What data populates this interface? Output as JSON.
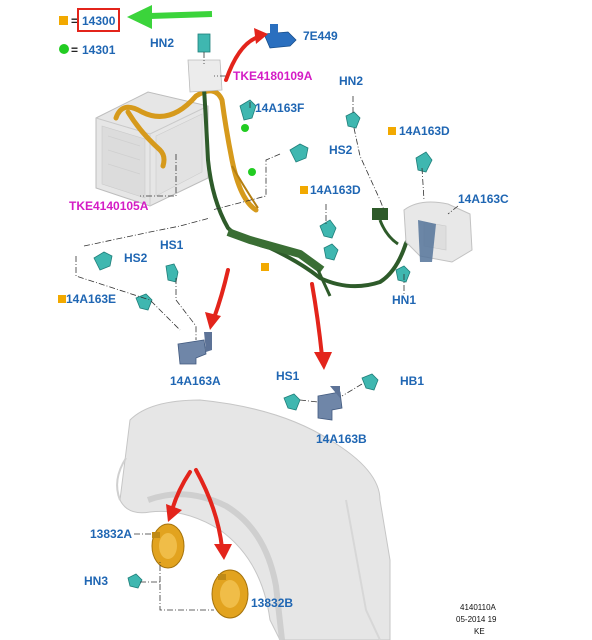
{
  "legend": {
    "square_color": "#f2a900",
    "square_part": "14300",
    "circle_color": "#22cc22",
    "circle_part": "14301",
    "equals": "="
  },
  "labels": {
    "hn2_top": "HN2",
    "p7e449": "7E449",
    "tke4180109a": "TKE4180109A",
    "hn2_right": "HN2",
    "p14a163f": "14A163F",
    "p14a163d_right": "14A163D",
    "hs2_mid": "HS2",
    "p14a163d_mid": "14A163D",
    "p14a163c": "14A163C",
    "tke4140105a": "TKE4140105A",
    "hs1_left": "HS1",
    "hs2_left": "HS2",
    "p14a163e": "14A163E",
    "hn1": "HN1",
    "p14a163a": "14A163A",
    "hs1_lower": "HS1",
    "hb1": "HB1",
    "p14a163b": "14A163B",
    "p13832a": "13832A",
    "hn3": "HN3",
    "p13832b": "13832B"
  },
  "footer": {
    "line1": "4140110A",
    "line2": "05-2014 19",
    "line3": "KE"
  },
  "colors": {
    "label_blue": "#1f66b3",
    "label_magenta": "#d41cc5",
    "arrow_red": "#e3241b",
    "arrow_green": "#3bd43b",
    "harness_green": "#2e5b2a",
    "cable_orange": "#d69a1c",
    "clip_teal": "#3fb7b0",
    "horn_orange": "#e2a31f"
  }
}
